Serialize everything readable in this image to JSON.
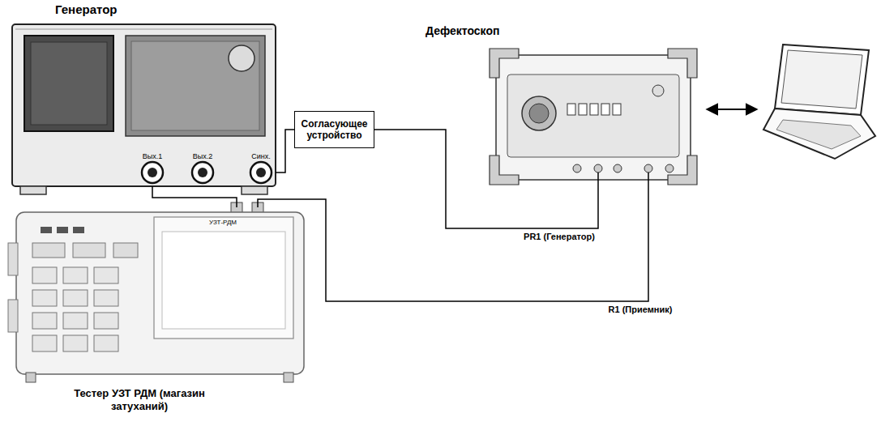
{
  "diagram": {
    "nodes": [
      {
        "text": [
          "Генератор",
          "Вых.1",
          "Вых.2",
          "Синх."
        ]
      },
      {
        "text": [
          "Согласующее устройство"
        ]
      },
      {
        "text": [
          "Дефектоскоп"
        ]
      },
      {
        "text": [
          "УЗТ-РДМ",
          "Тестер УЗТ РДМ (магазин затуханий)"
        ]
      }
    ],
    "edges": [
      {
        "from": 0,
        "to": 1,
        "arrow": "none"
      },
      {
        "from": 1,
        "to": 2,
        "label": "PR1 (Генератор)",
        "arrow": "none"
      },
      {
        "from": 0,
        "to": 3,
        "arrow": "none"
      },
      {
        "from": 3,
        "to": 2,
        "label": "R1 (Приемник)",
        "arrow": "none"
      }
    ]
  }
}
